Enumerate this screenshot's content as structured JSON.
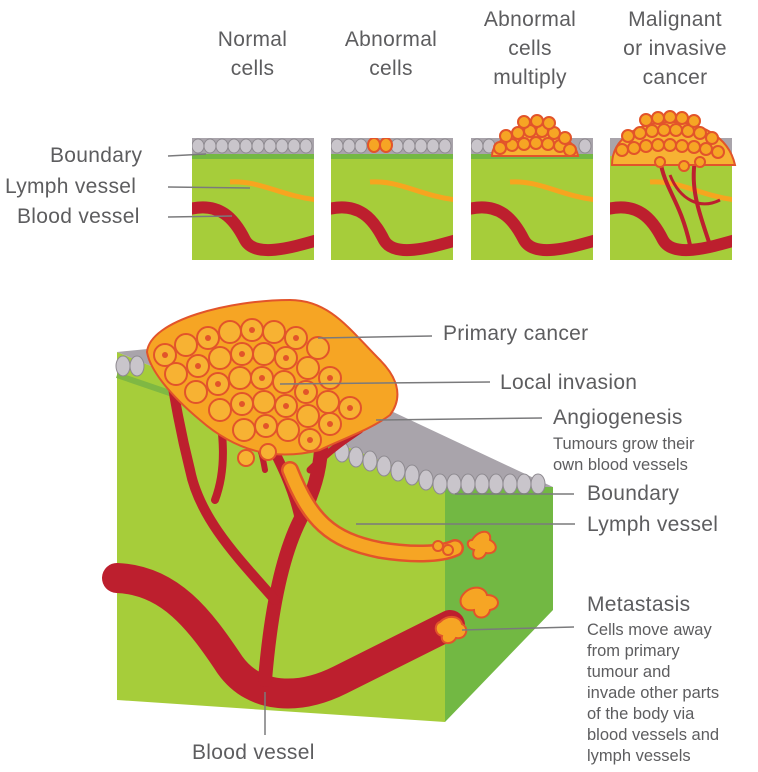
{
  "stages": [
    {
      "line1": "Normal",
      "line2": "cells",
      "line3": ""
    },
    {
      "line1": "Abnormal",
      "line2": "cells",
      "line3": ""
    },
    {
      "line1": "Abnormal",
      "line2": "cells",
      "line3": "multiply"
    },
    {
      "line1": "Malignant",
      "line2": "or invasive",
      "line3": "cancer"
    }
  ],
  "small_labels": {
    "boundary": "Boundary",
    "lymph_vessel": "Lymph vessel",
    "blood_vessel": "Blood vessel"
  },
  "main_labels": {
    "primary_cancer": "Primary cancer",
    "local_invasion": "Local invasion",
    "angiogenesis": "Angiogenesis",
    "angiogenesis_desc": [
      "Tumours grow their",
      "own blood vessels"
    ],
    "boundary": "Boundary",
    "lymph_vessel": "Lymph vessel",
    "metastasis": "Metastasis",
    "metastasis_desc": [
      "Cells move away",
      "from primary",
      "tumour and",
      "invade other parts",
      "of the body via",
      "blood vessels and",
      "lymph vessels"
    ],
    "blood_vessel": "Blood vessel"
  },
  "colors": {
    "tissue": "#a6cd3a",
    "tissue_side": "#74b843",
    "boundary_cells": "#a9a4ab",
    "blood": "#bd1f2e",
    "lymph": "#f7a51f",
    "tumour": "#f6a524",
    "tumour_outline": "#e2542a",
    "text": "#5d5d5f"
  }
}
